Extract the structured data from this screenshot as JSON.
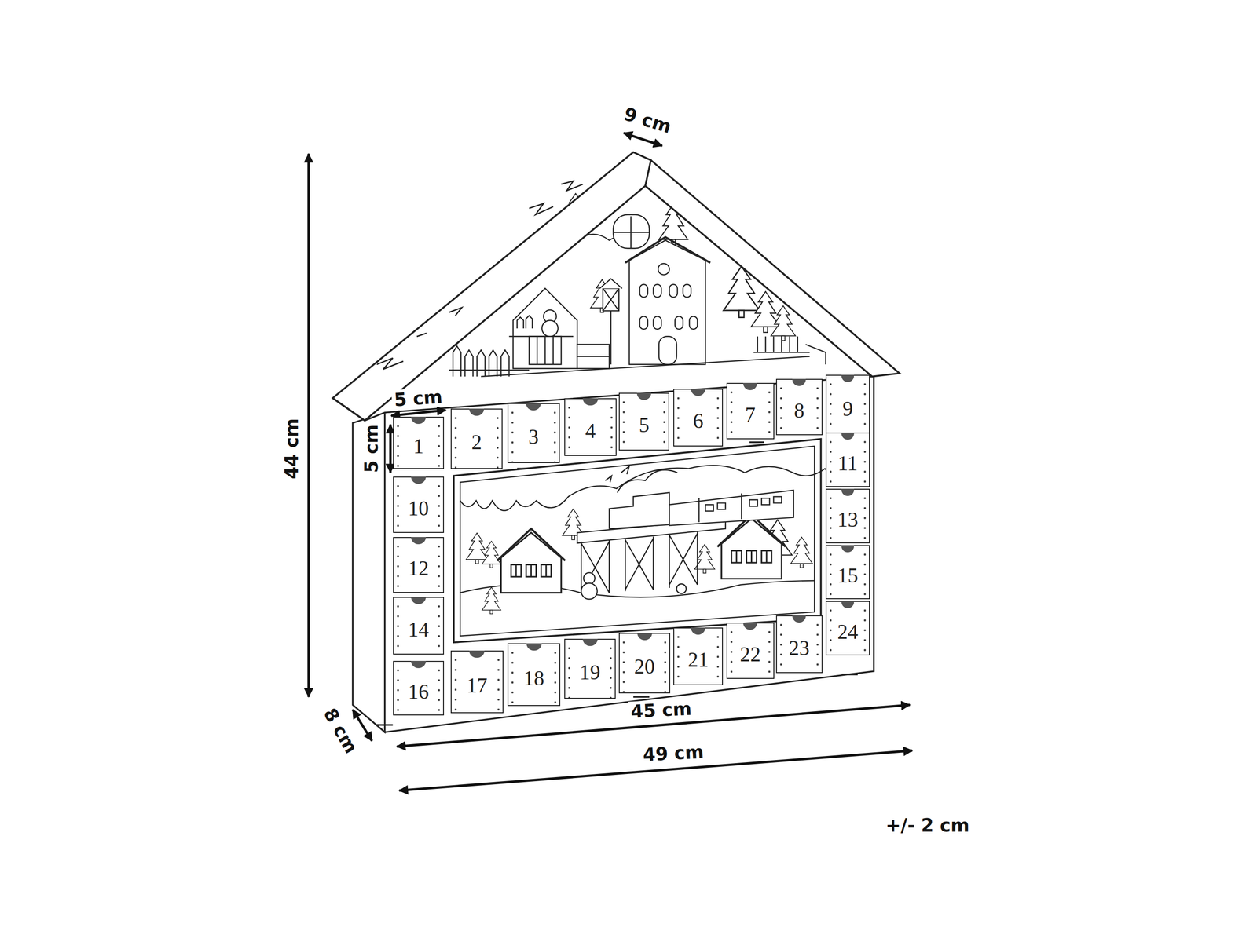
{
  "diagram": {
    "nodes": [
      {
        "text": [
          "1"
        ]
      },
      {
        "text": [
          "2"
        ]
      },
      {
        "text": [
          "3"
        ]
      },
      {
        "text": [
          "4"
        ]
      },
      {
        "text": [
          "5"
        ]
      },
      {
        "text": [
          "6"
        ]
      },
      {
        "text": [
          "7"
        ]
      },
      {
        "text": [
          "8"
        ]
      },
      {
        "text": [
          "9"
        ]
      },
      {
        "text": [
          "10"
        ]
      },
      {
        "text": [
          "11"
        ]
      },
      {
        "text": [
          "12"
        ]
      },
      {
        "text": [
          "13"
        ]
      },
      {
        "text": [
          "14"
        ]
      },
      {
        "text": [
          "15"
        ]
      },
      {
        "text": [
          "16"
        ]
      },
      {
        "text": [
          "17"
        ]
      },
      {
        "text": [
          "18"
        ]
      },
      {
        "text": [
          "19"
        ]
      },
      {
        "text": [
          "20"
        ]
      },
      {
        "text": [
          "21"
        ]
      },
      {
        "text": [
          "22"
        ]
      },
      {
        "text": [
          "23"
        ]
      },
      {
        "text": [
          "24"
        ]
      }
    ],
    "labels": [
      "9 cm",
      "5 cm",
      "5 cm",
      "44 cm",
      "8 cm",
      "45 cm",
      "49 cm",
      "+/- 2 cm"
    ]
  }
}
